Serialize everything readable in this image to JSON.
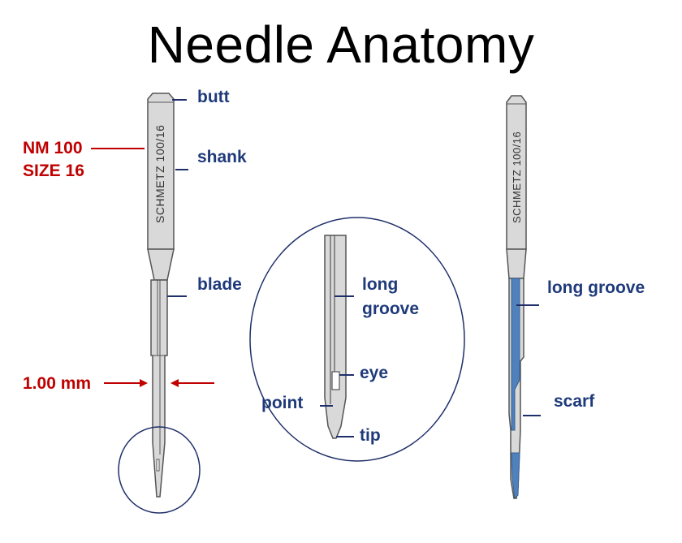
{
  "title": "Needle Anatomy",
  "colors": {
    "label": "#1f3a7a",
    "accent": "#c00000",
    "groove_fill": "#4f81bd",
    "metal_fill": "#d9d9d9",
    "outline": "#555555",
    "circle": "#1f2f6a"
  },
  "needle_left": {
    "engraving": "SCHMETZ 100/16",
    "labels": {
      "butt": "butt",
      "shank": "shank",
      "blade": "blade"
    },
    "size_nm": "NM 100",
    "size_number": "SIZE 16",
    "measurement": "1.00 mm"
  },
  "detail": {
    "labels": {
      "long_groove_1": "long",
      "long_groove_2": "groove",
      "eye": "eye",
      "point": "point",
      "tip": "tip"
    }
  },
  "needle_right": {
    "engraving": "SCHMETZ 100/16",
    "labels": {
      "long_groove": "long groove",
      "scarf": "scarf"
    }
  }
}
